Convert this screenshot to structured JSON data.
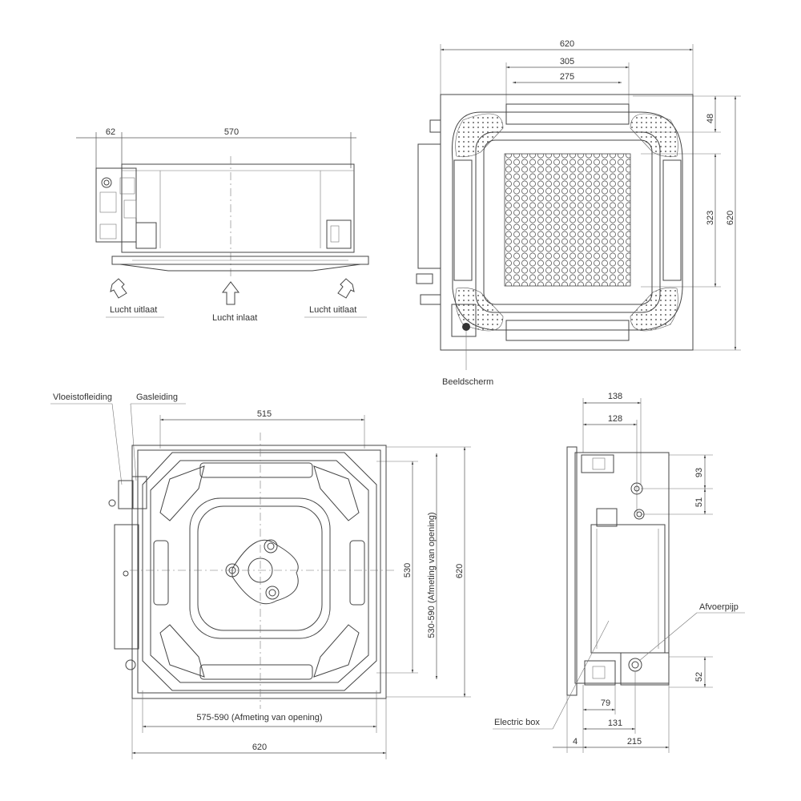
{
  "top_left_view": {
    "dim_62": "62",
    "dim_570": "570",
    "label_outlet_left": "Lucht uitlaat",
    "label_inlet": "Lucht inlaat",
    "label_outlet_right": "Lucht uitlaat"
  },
  "top_right_view": {
    "dim_620_top": "620",
    "dim_305": "305",
    "dim_275": "275",
    "dim_48": "48",
    "dim_323": "323",
    "dim_620_side": "620",
    "label_display": "Beeldscherm"
  },
  "bottom_left_view": {
    "label_liquid_pipe": "Vloeistofleiding",
    "label_gas_pipe": "Gasleiding",
    "dim_515": "515",
    "dim_530": "530",
    "dim_opening_vertical": "530-590 (Afmeting van opening)",
    "dim_620_side": "620",
    "dim_opening_horizontal": "575-590 (Afmeting van opening)",
    "dim_620_bottom": "620"
  },
  "bottom_right_view": {
    "dim_138": "138",
    "dim_128": "128",
    "dim_93": "93",
    "dim_51": "51",
    "label_drain_pipe": "Afvoerpijp",
    "dim_52": "52",
    "label_electric_box": "Electric box",
    "dim_79": "79",
    "dim_131": "131",
    "dim_4": "4",
    "dim_215": "215"
  }
}
